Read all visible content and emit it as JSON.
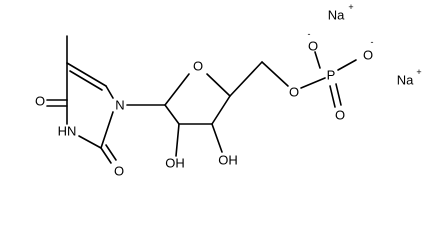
{
  "molecule": {
    "counterions": [
      {
        "symbol": "Na",
        "charge": "+"
      },
      {
        "symbol": "Na",
        "charge": "+"
      }
    ],
    "atoms": {
      "o_keto_4": "O",
      "nh_3": "HN",
      "o_keto_2": "O",
      "n_1": "N",
      "o_ring": "O",
      "o_ester": "O",
      "p": "P",
      "o_p_top": "O",
      "o_p_top_charge": "-",
      "o_p_right": "O",
      "o_p_right_charge": "-",
      "o_p_bottom": "O",
      "oh_2": "OH",
      "oh_3": "OH"
    }
  }
}
